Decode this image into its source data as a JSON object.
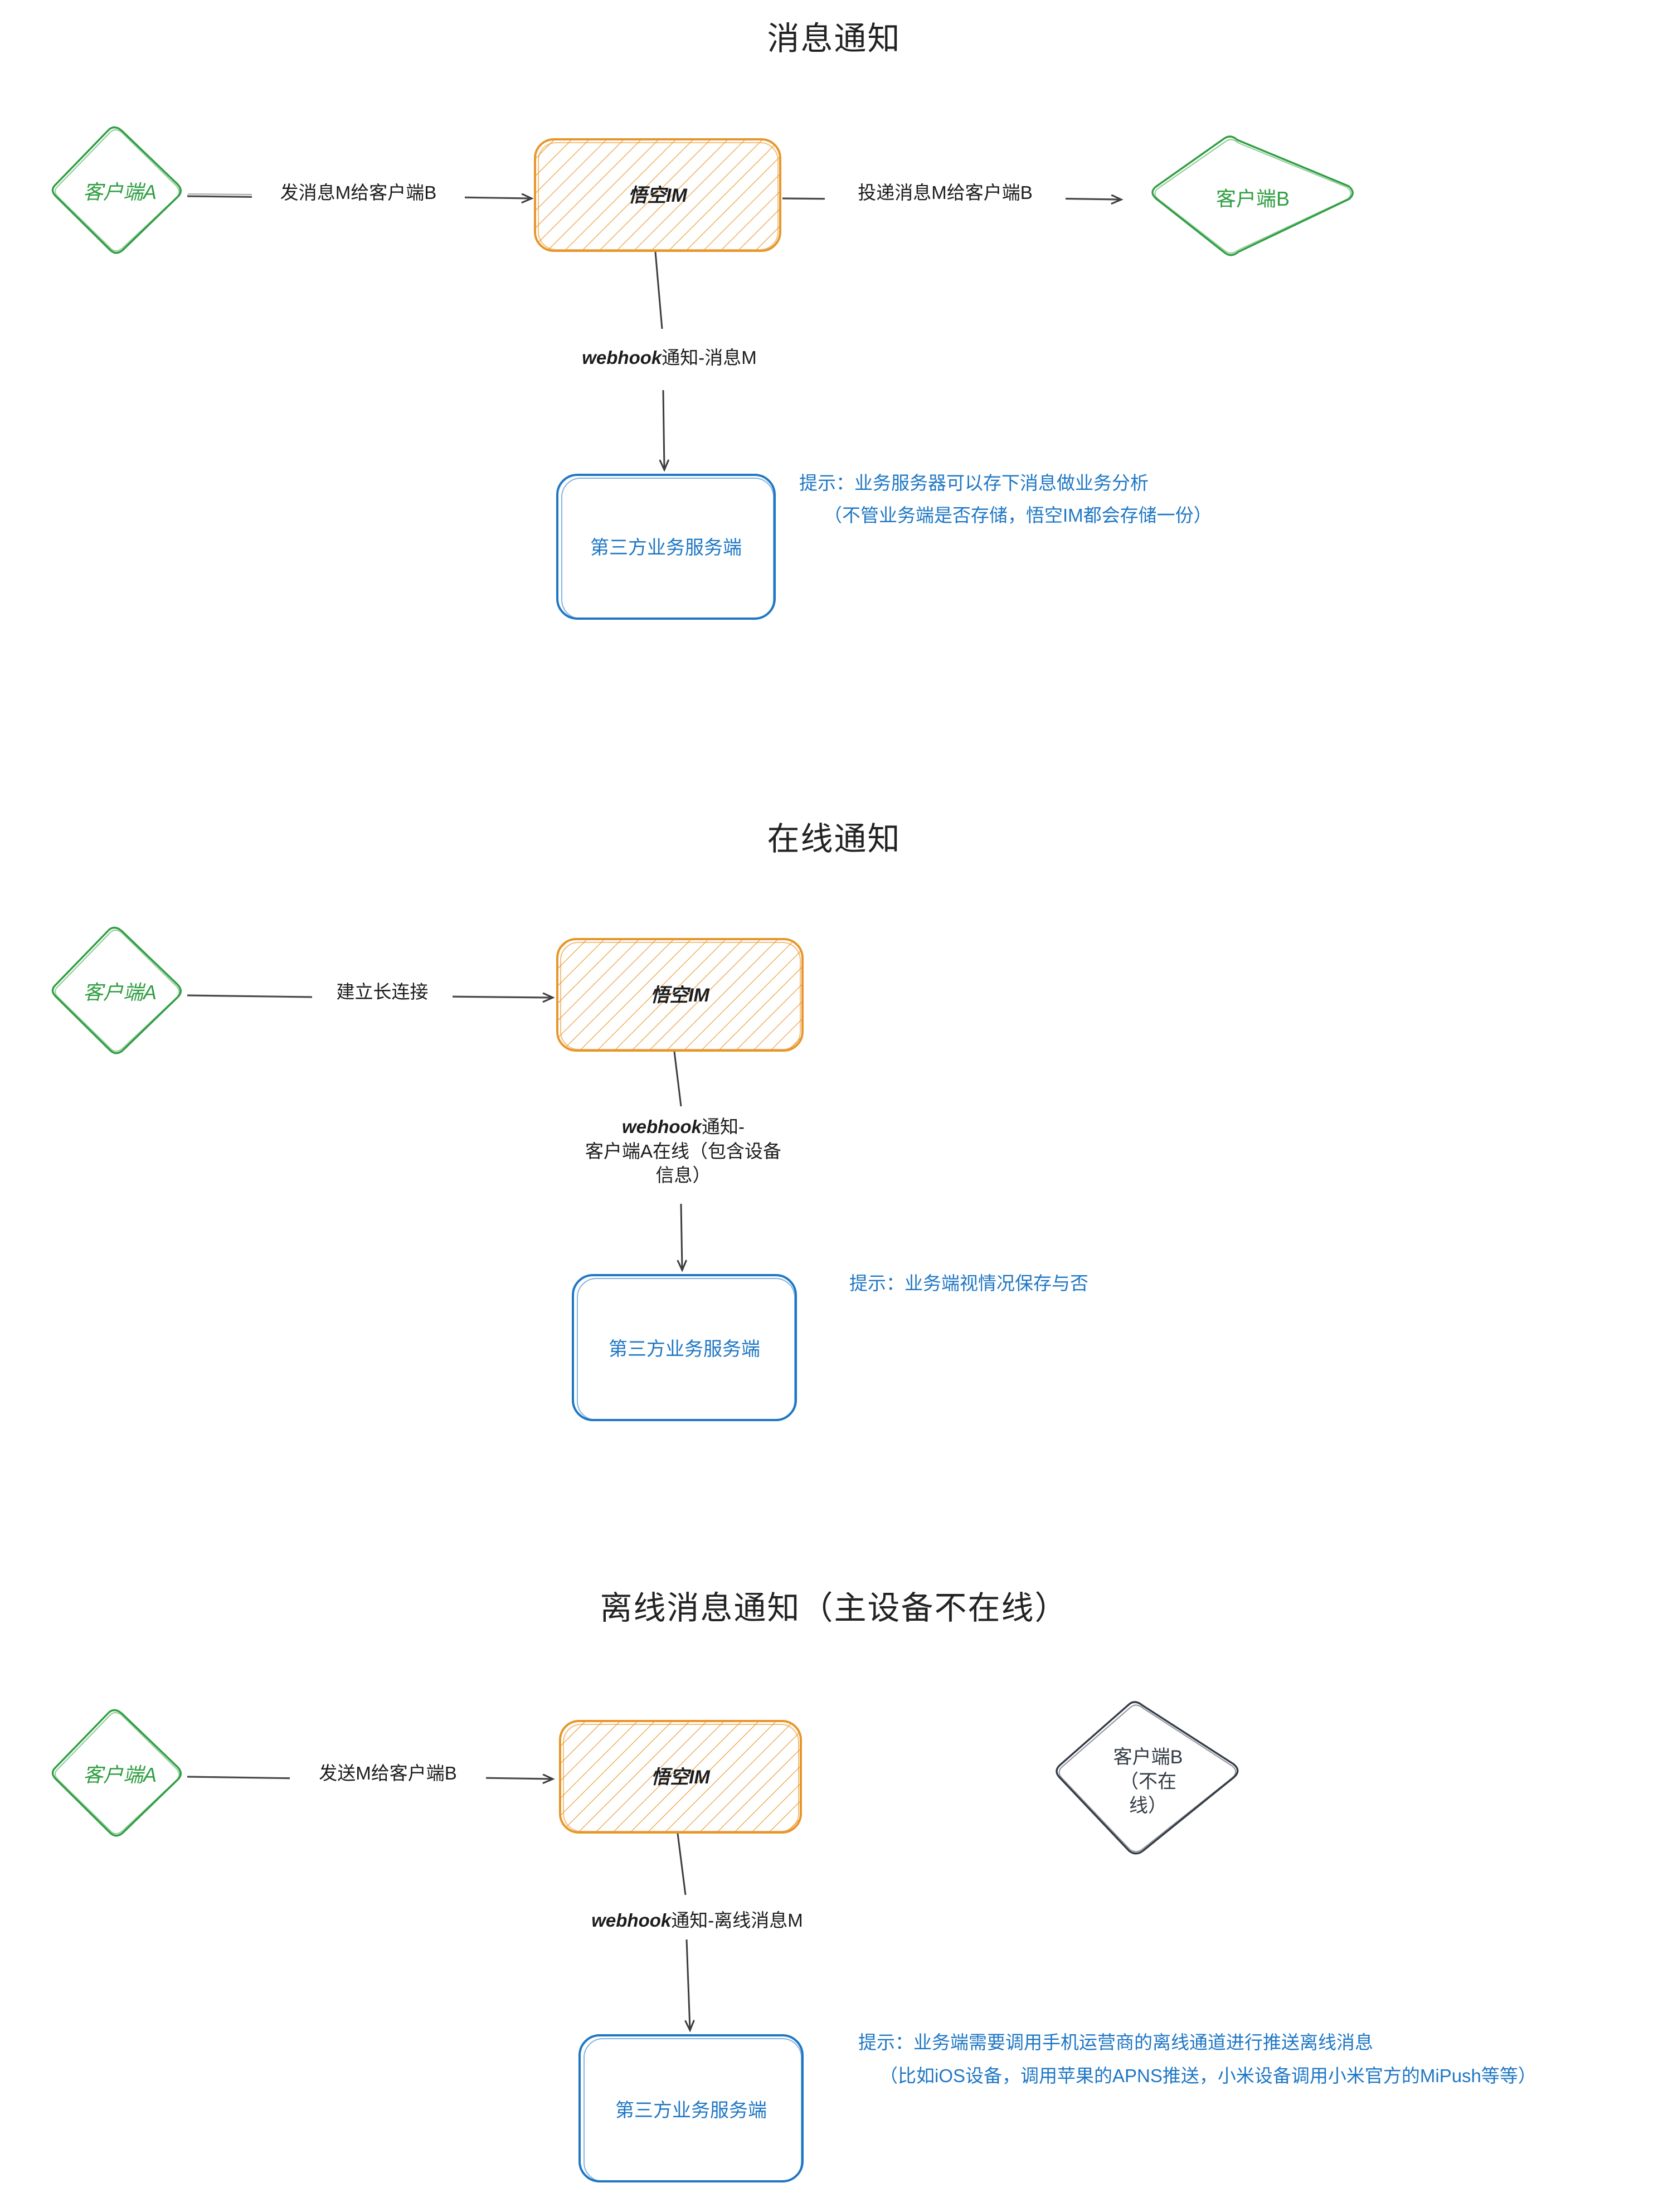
{
  "page": {
    "background": "#ffffff",
    "colors": {
      "client_green": "#2f9e41",
      "im_orange": "#e8962a",
      "server_blue": "#1f77c4",
      "offline_dark": "#333b45",
      "edge_gray": "#4a4a4a",
      "hint_blue": "#1f77c4",
      "title_black": "#222222"
    }
  },
  "sections": [
    {
      "title": "消息通知",
      "nodes": {
        "client_a": "客户端A",
        "im": "悟空IM",
        "client_b": "客户端B",
        "third_party": "第三方业务服务端"
      },
      "edges": {
        "a_to_im": "发消息M给客户端B",
        "im_to_b": "投递消息M给客户端B",
        "im_to_server_prefix": "webhook",
        "im_to_server_rest": "通知-消息M"
      },
      "hint_lines": [
        "提示：业务服务器可以存下消息做业务分析",
        "（不管业务端是否存储，悟空IM都会存储一份）"
      ]
    },
    {
      "title": "在线通知",
      "nodes": {
        "client_a": "客户端A",
        "im": "悟空IM",
        "third_party": "第三方业务服务端"
      },
      "edges": {
        "a_to_im": "建立长连接",
        "im_to_server_prefix": "webhook",
        "im_to_server_rest": "通知-",
        "im_to_server_line2": "客户端A在线（包含设备",
        "im_to_server_line3": "信息）"
      },
      "hint_lines": [
        "提示：业务端视情况保存与否"
      ]
    },
    {
      "title": "离线消息通知（主设备不在线）",
      "nodes": {
        "client_a": "客户端A",
        "im": "悟空IM",
        "client_b_line1": "客户端B",
        "client_b_line2": "（不在",
        "client_b_line3": "线）",
        "third_party": "第三方业务服务端"
      },
      "edges": {
        "a_to_im": "发送M给客户端B",
        "im_to_server_prefix": "webhook",
        "im_to_server_rest": "通知-离线消息M"
      },
      "hint_lines": [
        "提示：业务端需要调用手机运营商的离线通道进行推送离线消息",
        "（比如iOS设备，调用苹果的APNS推送，小米设备调用小米官方的MiPush等等）"
      ]
    }
  ]
}
